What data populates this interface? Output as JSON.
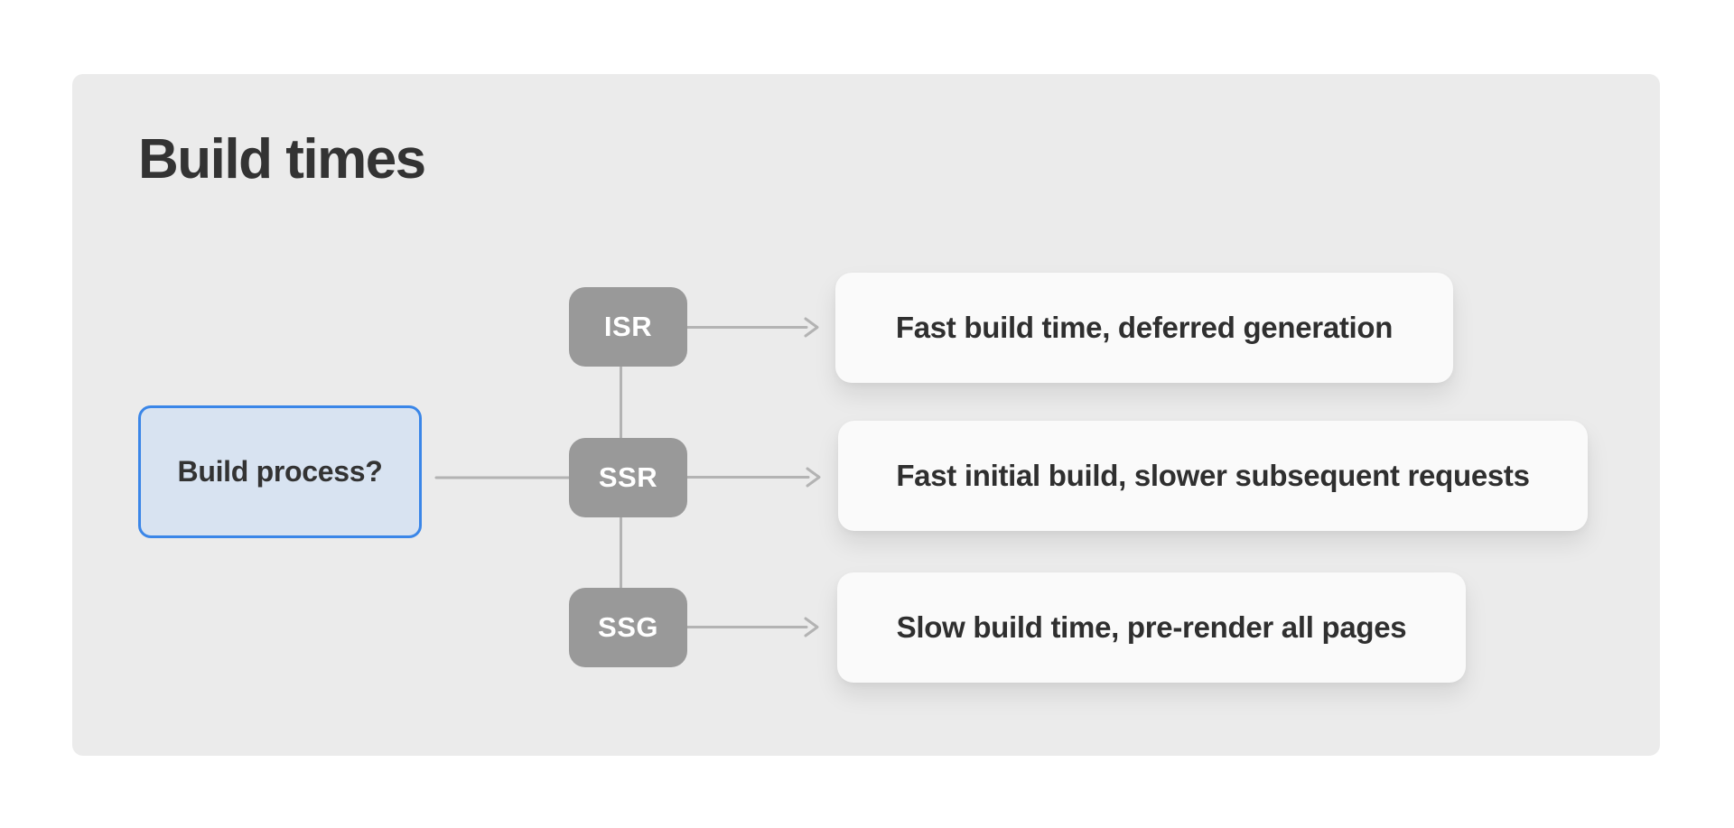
{
  "title": "Build times",
  "diagram": {
    "root_node": {
      "label": "Build process?"
    },
    "branches": [
      {
        "node": "ISR",
        "result": "Fast build time, deferred generation"
      },
      {
        "node": "SSR",
        "result": "Fast initial build, slower subsequent requests"
      },
      {
        "node": "SSG",
        "result": "Slow build time, pre-render all pages"
      }
    ],
    "colors": {
      "canvas_bg": "#ffffff",
      "panel_bg": "#ebebeb",
      "node_gray": "#999999",
      "node_text": "#ffffff",
      "connector": "#b3b3b3",
      "result_bg": "#fafafa",
      "root_fill": "#d8e3f1",
      "root_border": "#3a86e8",
      "text_dark": "#333333"
    }
  }
}
